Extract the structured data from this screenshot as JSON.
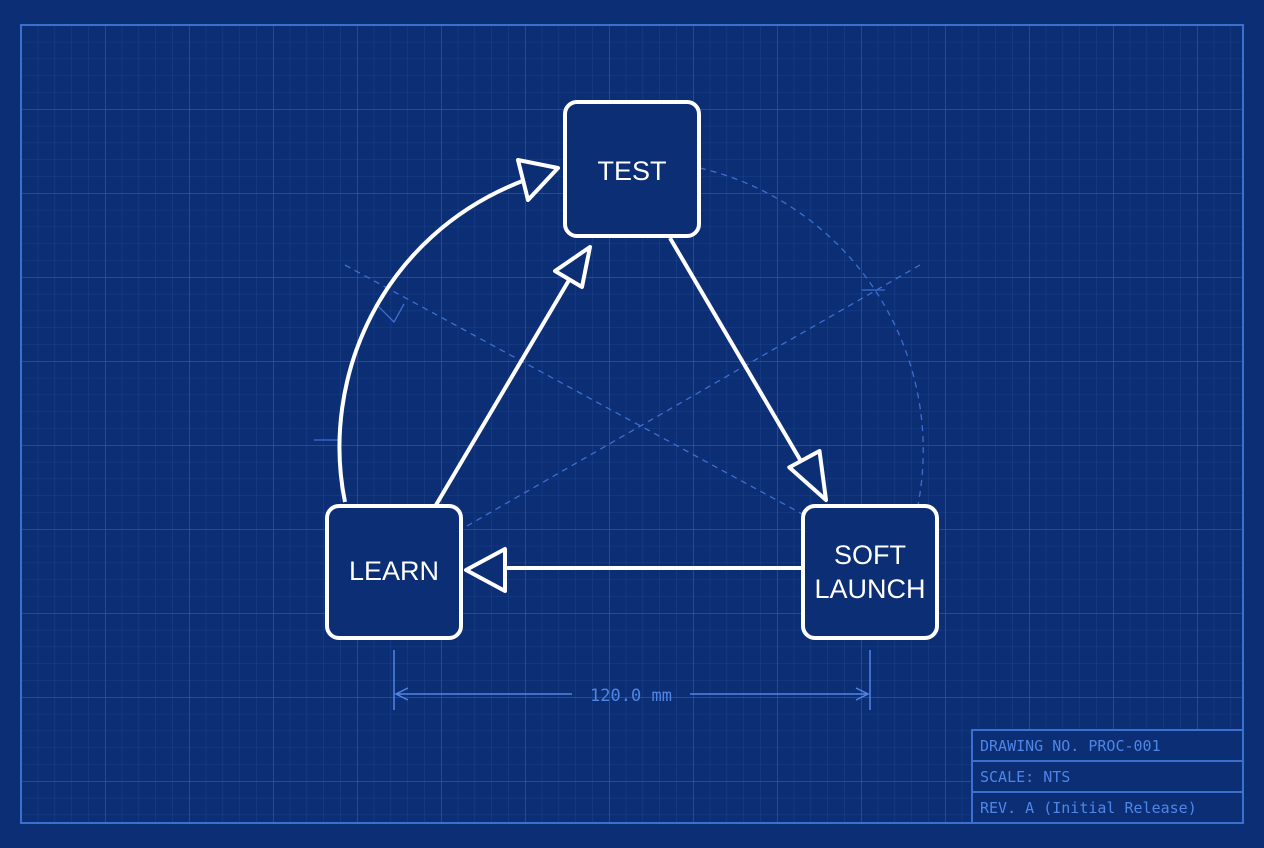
{
  "diagram": {
    "nodes": [
      {
        "id": "test",
        "lines": [
          "TEST"
        ]
      },
      {
        "id": "soft-launch",
        "lines": [
          "SOFT",
          "LAUNCH"
        ]
      },
      {
        "id": "learn",
        "lines": [
          "LEARN"
        ]
      }
    ],
    "edges": [
      {
        "from": "test",
        "to": "soft-launch"
      },
      {
        "from": "soft-launch",
        "to": "learn"
      },
      {
        "from": "learn",
        "to": "test"
      },
      {
        "from": "learn",
        "to": "test",
        "curved": true
      }
    ],
    "dimension": {
      "label": "120.0 mm"
    }
  },
  "title_block": {
    "drawing_no": "DRAWING NO. PROC-001",
    "scale": "SCALE: NTS",
    "revision": "REV. A (Initial Release)"
  },
  "colors": {
    "background": "#0c2e74",
    "grid_minor": "#1d4796",
    "grid_major": "#2a5ab5",
    "construction": "#3b6fd0",
    "ink": "#ffffff",
    "annotation": "#4f86e6"
  }
}
